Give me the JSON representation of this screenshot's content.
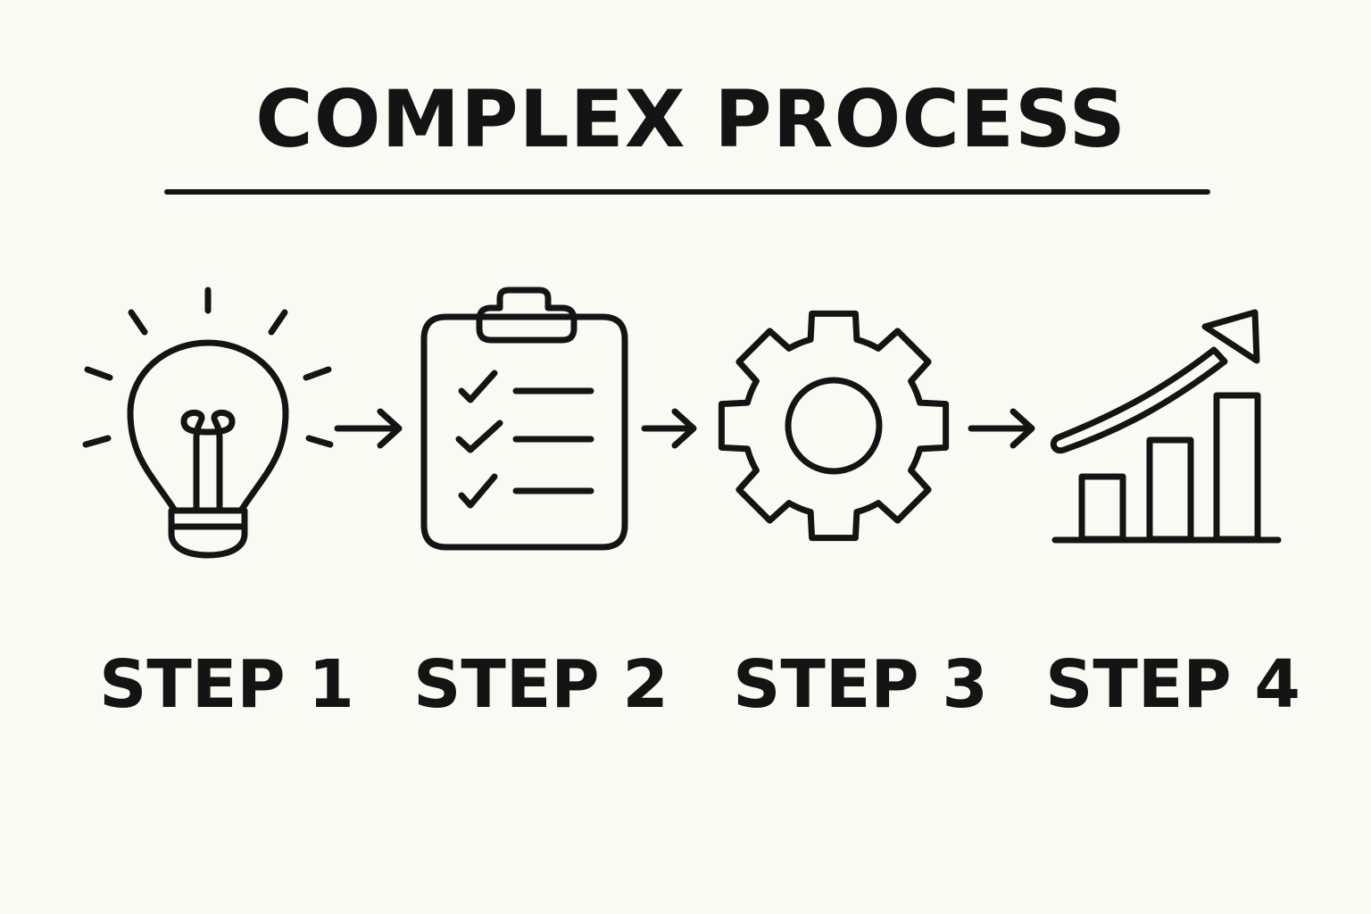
{
  "title": "COMPLEX PROCESS",
  "colors": {
    "background": "#fafaf5",
    "ink": "#141414"
  },
  "steps": [
    {
      "label": "STEP 1",
      "icon": "lightbulb-icon"
    },
    {
      "label": "STEP 2",
      "icon": "clipboard-checklist-icon"
    },
    {
      "label": "STEP 3",
      "icon": "gear-icon"
    },
    {
      "label": "STEP 4",
      "icon": "growth-chart-icon"
    }
  ],
  "connectors": [
    {
      "from": "STEP 1",
      "to": "STEP 2",
      "icon": "arrow-right-icon"
    },
    {
      "from": "STEP 2",
      "to": "STEP 3",
      "icon": "arrow-right-icon"
    },
    {
      "from": "STEP 3",
      "to": "STEP 4",
      "icon": "arrow-right-icon"
    }
  ]
}
